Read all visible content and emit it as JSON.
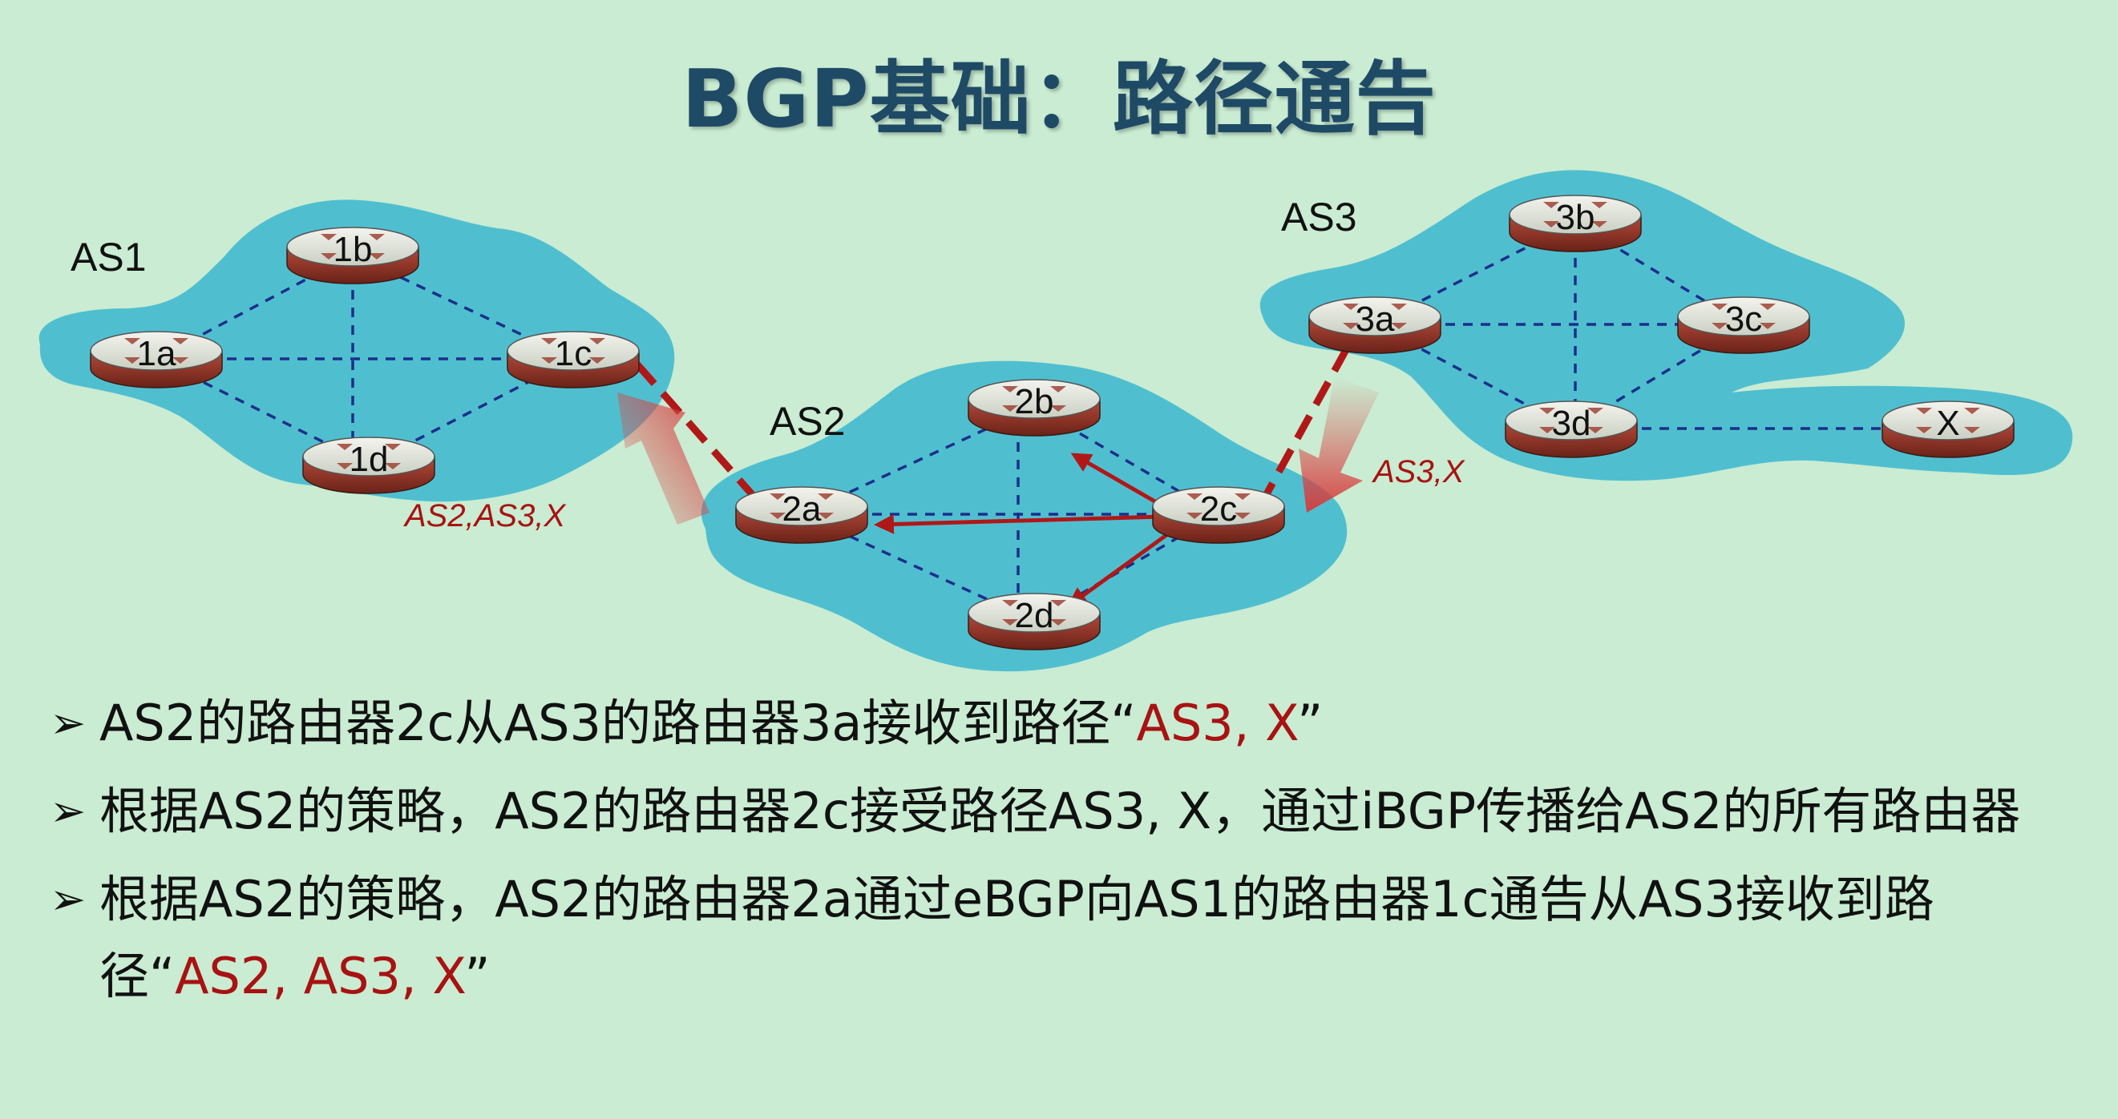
{
  "title": "BGP基础：路径通告",
  "diagram": {
    "as_labels": {
      "as1": "AS1",
      "as2": "AS2",
      "as3": "AS3"
    },
    "routers": {
      "1a": "1a",
      "1b": "1b",
      "1c": "1c",
      "1d": "1d",
      "2a": "2a",
      "2b": "2b",
      "2c": "2c",
      "2d": "2d",
      "3a": "3a",
      "3b": "3b",
      "3c": "3c",
      "3d": "3d",
      "x": "X"
    },
    "path_labels": {
      "to_as1": "AS2,AS3,X",
      "to_as2": "AS3,X"
    },
    "colors": {
      "cloud": "#4fbfd0",
      "link": "#1c2f8a",
      "ebgp": "#b01818",
      "ibgp": "#b01818",
      "background": "#c9ecd2"
    }
  },
  "bullets": [
    {
      "marker": "➢",
      "pre": "AS2的路由器2c从AS3的路由器3a接收到路径“",
      "highlight": "AS3, X",
      "post": "”"
    },
    {
      "marker": "➢",
      "text": "根据AS2的策略，AS2的路由器2c接受路径AS3, X，通过iBGP传播给AS2的所有路由器"
    },
    {
      "marker": "➢",
      "pre": "根据AS2的策略，AS2的路由器2a通过eBGP向AS1的路由器1c通告从AS3接收到路径“",
      "highlight": "AS2, AS3, X",
      "post": "”"
    }
  ]
}
